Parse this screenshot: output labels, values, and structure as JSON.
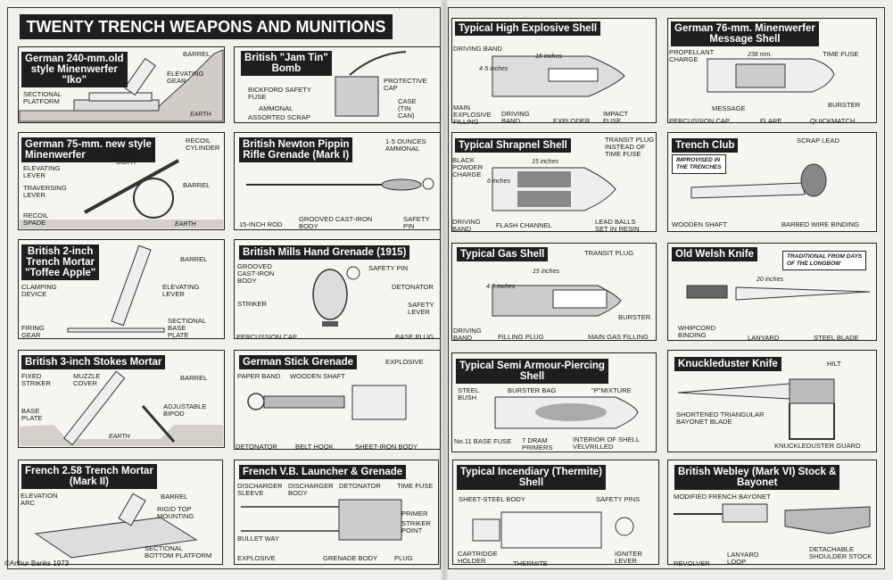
{
  "title": "TWENTY TRENCH WEAPONS AND MUNITIONS",
  "copyright": "©Arthur Banks 1973",
  "panels": [
    {
      "title": "German 240-mm.old\nstyle Minenwerfer\n\"Iko\"",
      "labels": [
        "BARREL",
        "ELEVATING\nGEAR",
        "SECTIONAL\nPLATFORM",
        "EARTH"
      ]
    },
    {
      "title": "British \"Jam Tin\"\nBomb",
      "labels": [
        "BICKFORD SAFETY\nFUSE",
        "AMMONAL",
        "ASSORTED SCRAP",
        "PROTECTIVE\nCAP",
        "CASE\n(TIN\nCAN)"
      ]
    },
    {
      "title": "German 75-mm. new style\nMinenwerfer",
      "labels": [
        "RECOIL\nCYLINDER",
        "REAR\nSIGHT",
        "ELEVATING\nLEVER",
        "BARREL",
        "TRAVERSING\nLEVER",
        "RECOIL\nSPADE",
        "EARTH"
      ]
    },
    {
      "title": "British Newton Pippin\nRifle Grenade (Mark I)",
      "labels": [
        "1·5 OUNCES\nAMMONAL",
        "15-INCH ROD",
        "GROOVED CAST-IRON\nBODY",
        "SAFETY\nPIN"
      ]
    },
    {
      "title": "British 2-inch\nTrench Mortar\n\"Toffee Apple\"",
      "labels": [
        "BARREL",
        "ELEVATING\nLEVER",
        "CLAMPING\nDEVICE",
        "FIRING\nGEAR",
        "SECTIONAL\nBASE\nPLATE"
      ]
    },
    {
      "title": "British Mills Hand Grenade (1915)",
      "labels": [
        "GROOVED\nCAST-IRON\nBODY",
        "SAFETY PIN",
        "DETONATOR",
        "STRIKER",
        "SAFETY\nLEVER",
        "PERCUSSION CAP",
        "BASE PLUG"
      ]
    },
    {
      "title": "British 3-inch Stokes Mortar",
      "labels": [
        "FIXED\nSTRIKER",
        "MUZZLE\nCOVER",
        "BARREL",
        "BASE\nPLATE",
        "ADJUSTABLE\nBIPOD",
        "EARTH"
      ]
    },
    {
      "title": "German Stick Grenade",
      "labels": [
        "EXPLOSIVE",
        "PAPER BAND",
        "WOODEN SHAFT",
        "DETONATOR",
        "BELT HOOK",
        "SHEET-IRON BODY"
      ]
    },
    {
      "title": "French 2.58 Trench Mortar\n(Mark II)",
      "labels": [
        "ELEVATION\nARC",
        "BARREL",
        "RIGID TOP\nMOUNTING",
        "SECTIONAL\nBOTTOM PLATFORM"
      ]
    },
    {
      "title": "French V.B. Launcher & Grenade",
      "labels": [
        "DISCHARGER\nSLEEVE",
        "DISCHARGER\nBODY",
        "DETONATOR",
        "TIME FUSE",
        "PRIMER",
        "STRIKER\nPOINT",
        "BULLET WAY",
        "EXPLOSIVE",
        "GRENADE BODY",
        "PLUG"
      ]
    },
    {
      "title": "Typical High Explosive Shell",
      "labels": [
        "DRIVING BAND",
        "16 inches",
        "4·5 inches",
        "MAIN\nEXPLOSIVE\nFILLING",
        "DRIVING\nBAND",
        "EXPLODER",
        "IMPACT\nFUSE"
      ]
    },
    {
      "title": "German 76-mm. Minenwerfer\nMessage Shell",
      "labels": [
        "PROPELLANT\nCHARGE",
        "238 mm.",
        "TIME FUSE",
        "MESSAGE",
        "BURSTER",
        "PERCUSSION CAP",
        "FLARE",
        "QUICKMATCH"
      ]
    },
    {
      "title": "Typical Shrapnel Shell",
      "labels": [
        "TRANSIT PLUG\nINSTEAD OF\nTIME FUSE",
        "BLACK\nPOWDER\nCHARGE",
        "15 inches",
        "6 inches",
        "DRIVING\nBAND",
        "FLASH CHANNEL",
        "LEAD BALLS\nSET IN RESIN"
      ]
    },
    {
      "title": "Trench Club",
      "note": "IMPROVISED IN\nTHE TRENCHES",
      "labels": [
        "SCRAP LEAD",
        "WOODEN SHAFT",
        "BARBED WIRE BINDING"
      ]
    },
    {
      "title": "Typical Gas Shell",
      "labels": [
        "TRANSIT PLUG",
        "15 inches",
        "4·5 inches",
        "BURSTER",
        "DRIVING\nBAND",
        "FILLING PLUG",
        "MAIN GAS FILLING"
      ]
    },
    {
      "title": "Old Welsh Knife",
      "note": "TRADITIONAL FROM DAYS\nOF THE LONGBOW",
      "labels": [
        "20 inches",
        "WHIPCORD\nBINDING",
        "LANYARD",
        "STEEL BLADE"
      ]
    },
    {
      "title": "Typical Semi Armour-Piercing\nShell",
      "labels": [
        "STEEL\nBUSH",
        "BURSTER BAG",
        "\"P\"MIXTURE",
        "No.11 BASE FUSE",
        "7 DRAM\nPRIMERS",
        "INTERIOR OF SHELL\nVELVRILLED"
      ]
    },
    {
      "title": "Knuckleduster Knife",
      "labels": [
        "HILT",
        "SHORTENED TRIANGULAR\nBAYONET BLADE",
        "KNUCKLEDUSTER GUARD"
      ]
    },
    {
      "title": "Typical Incendiary (Thermite)\nShell",
      "labels": [
        "SHEET-STEEL BODY",
        "SAFETY PINS",
        "CARTRIDGE\nHOLDER",
        "THERMITE",
        "IGNITER\nLEVER"
      ]
    },
    {
      "title": "British Webley (Mark VI) Stock &\nBayonet",
      "labels": [
        "MODIFIED FRENCH BAYONET",
        "REVOLVER",
        "LANYARD\nLOOP",
        "DETACHABLE\nSHOULDER STOCK"
      ]
    }
  ]
}
